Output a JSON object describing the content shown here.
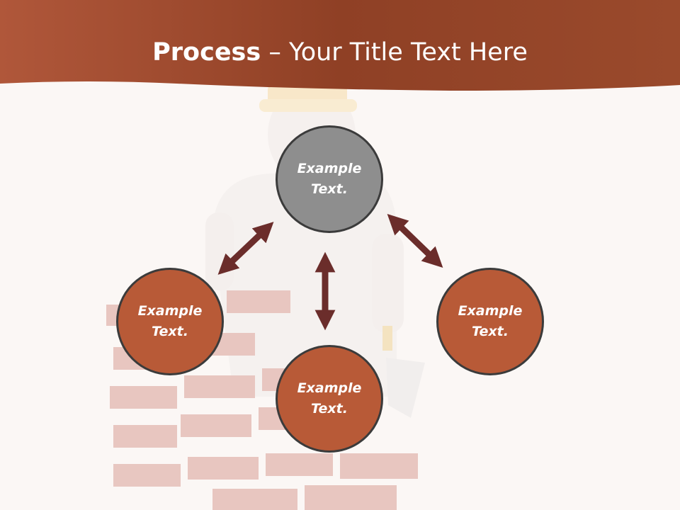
{
  "slide": {
    "title_bold": "Process",
    "title_rest": " – Your Title Text Here",
    "colors": {
      "header": "#a24c2c",
      "circle_rust": "#b85a37",
      "circle_grey": "#8e8e8e",
      "arrow": "#6b2d2b",
      "background": "#fbf7f5"
    }
  },
  "nodes": [
    {
      "line1": "Example",
      "line2": "Text."
    },
    {
      "line1": "Example",
      "line2": "Text."
    },
    {
      "line1": "Example",
      "line2": "Text."
    },
    {
      "line1": "Example",
      "line2": "Text."
    }
  ],
  "icons": {
    "illustration": "builder-with-brick-wall-illustration",
    "arrow": "double-headed-arrow-icon"
  }
}
